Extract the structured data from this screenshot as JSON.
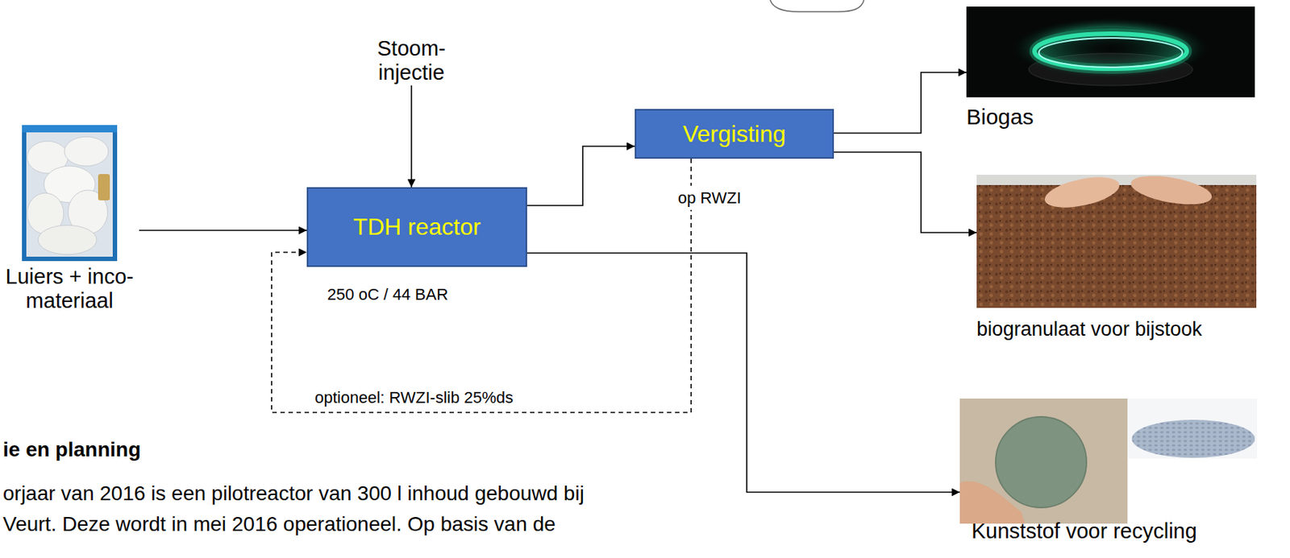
{
  "diagram": {
    "nodes": [
      {
        "text": [
          "Luiers + inco- materiaal"
        ]
      },
      {
        "text": [
          "Stoom- injectie"
        ]
      },
      {
        "text": [
          "TDH reactor"
        ]
      },
      {
        "text": [
          "Vergisting"
        ]
      },
      {
        "text": [
          "Biogas"
        ]
      },
      {
        "text": [
          "biogranulaat voor bijstook"
        ]
      },
      {
        "text": [
          "Kunststof voor recycling"
        ]
      }
    ],
    "edges": [
      {
        "from": 0,
        "to": 2,
        "arrow": "to"
      },
      {
        "from": 1,
        "to": 2,
        "arrow": "to"
      },
      {
        "from": 2,
        "to": 3,
        "arrow": "to"
      },
      {
        "from": 3,
        "to": 4,
        "arrow": "to"
      },
      {
        "from": 3,
        "to": 5,
        "arrow": "to"
      },
      {
        "from": 2,
        "to": 6,
        "arrow": "to"
      },
      {
        "from": 3,
        "to": 2,
        "label": "optioneel: RWZI-slib 25%ds",
        "arrow": "to"
      }
    ],
    "labels": [
      "250 oC / 44 BAR",
      "op RWZI",
      "ie en planning",
      "orjaar van 2016 is een pilotreactor van 300 l inhoud gebouwd bij",
      "Veurt. Deze wordt in mei 2016 operationeel. Op basis van de"
    ]
  }
}
